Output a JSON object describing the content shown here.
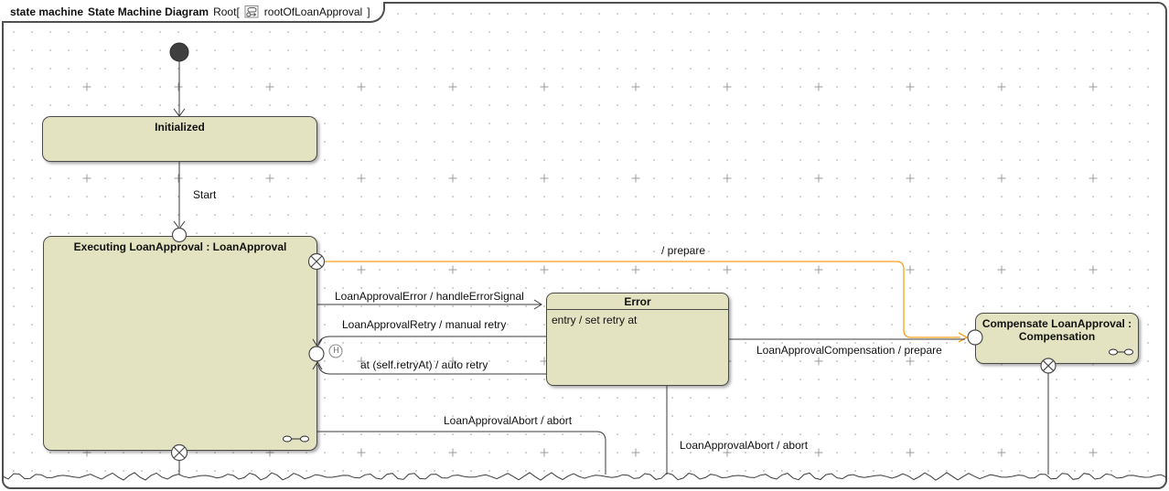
{
  "frame": {
    "tab": {
      "keyword": "state machine",
      "diagram_type": "State Machine Diagram",
      "root_prefix": "Root[",
      "root_name": "rootOfLoanApproval",
      "close_bracket": "]"
    }
  },
  "states": {
    "initialized": {
      "title": "Initialized"
    },
    "executing": {
      "title": "Executing LoanApproval : LoanApproval"
    },
    "error": {
      "title": "Error",
      "entry_activity": "entry / set retry at"
    },
    "compensate": {
      "title": "Compensate LoanApproval : Compensation"
    }
  },
  "pseudostates": {
    "history_label": "H"
  },
  "transitions": {
    "start": {
      "label": "Start"
    },
    "prepare": {
      "label": "/ prepare"
    },
    "error_signal": {
      "label": "LoanApprovalError / handleErrorSignal"
    },
    "manual_retry": {
      "label": "LoanApprovalRetry / manual retry"
    },
    "auto_retry": {
      "label": "at (self.retryAt) / auto retry"
    },
    "abort_left": {
      "label": "LoanApprovalAbort / abort"
    },
    "abort_mid": {
      "label": "LoanApprovalAbort / abort"
    },
    "compensation": {
      "label": "LoanApprovalCompensation / prepare"
    }
  },
  "colors": {
    "state_fill": "#e3e3c2",
    "state_border": "#4b4b4b",
    "line": "#3a3a3a",
    "accent_orange": "#f9a11b",
    "grid_dot": "#b3b3b3"
  },
  "icons": {
    "tab_icon": "state-machine-diagram-icon",
    "exit_point": "circled-x",
    "entry_point": "circle",
    "submachine": "link-circles",
    "initial": "filled-circle"
  }
}
